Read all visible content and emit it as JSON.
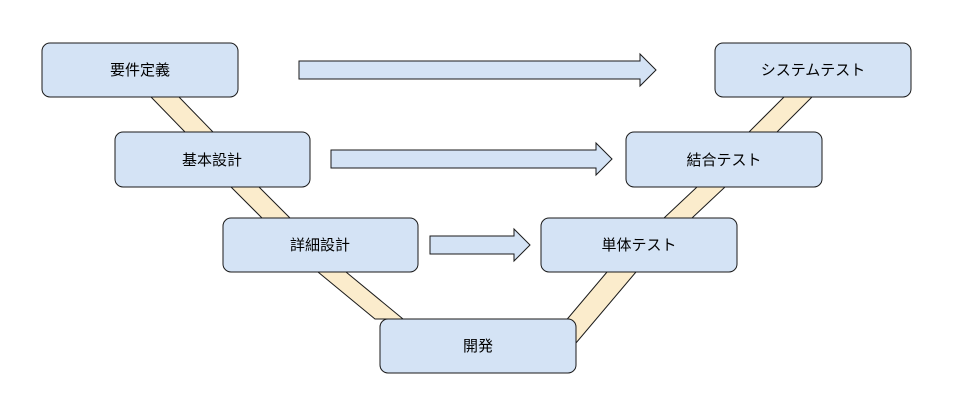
{
  "nodes": {
    "requirements": "要件定義",
    "basic_design": "基本設計",
    "detailed_design": "詳細設計",
    "development": "開発",
    "unit_test": "単体テスト",
    "integration_test": "結合テスト",
    "system_test": "システムテスト"
  },
  "colors": {
    "box_fill": "#d4e3f5",
    "connector_fill": "#fbeccc",
    "stroke": "#1a1a1a"
  }
}
